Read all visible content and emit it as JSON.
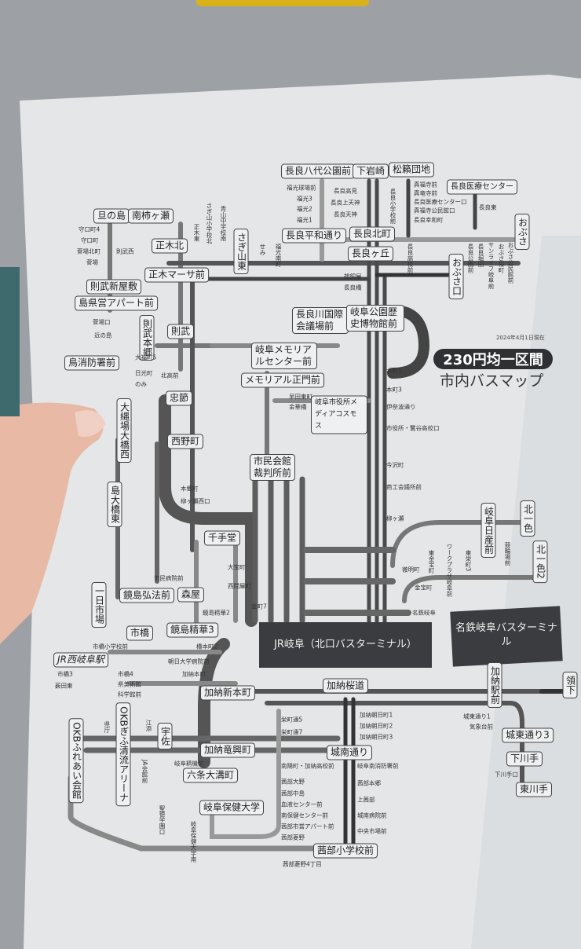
{
  "header": {
    "fare_label": "230円均一区間",
    "map_title": "市内バスマップ",
    "as_of_date": "2024年4月1日現在"
  },
  "terminals": {
    "jr_gifu": "JR岐阜（北口バスターミナル）",
    "meitetsu_gifu": "名鉄岐阜バスターミナル"
  },
  "boxed_stops": [
    "旦の島",
    "南柿ヶ瀬",
    "正木北",
    "さぎ山東",
    "長良八代公園前",
    "下岩崎",
    "松籟団地",
    "長良医療センター",
    "おぶさ",
    "長良平和通り",
    "長良北町",
    "長良ヶ丘",
    "おぶさ口",
    "正木マーサ前",
    "則武新屋敷",
    "島県営アパート前",
    "則武本郷",
    "則武",
    "長良川国際会議場前",
    "岐阜公園歴史博物館前",
    "岐阜メモリアルセンター前",
    "メモリアル正門前",
    "鳥消防署前",
    "忠節",
    "大縄場大橋西",
    "西野町",
    "岐阜市役所メディアコスモス",
    "市民会館裁判所前",
    "島大橋東",
    "千手堂",
    "岐阜日産前",
    "北一色",
    "北一色2",
    "鏡島弘法前",
    "森屋",
    "一日市場",
    "鏡島精華3",
    "市橋",
    "JR西岐阜駅",
    "加納新本町",
    "加納桜道",
    "加納駅前",
    "領下",
    "OKBふれあい会館",
    "OKBぎふ清流アリーナ",
    "宇佐",
    "加納竜興町",
    "六条大溝町",
    "城南通り",
    "城東通り3",
    "下川手",
    "東川手",
    "岐阜保健大学",
    "茜部小学校前"
  ],
  "small_stops": [
    "守口町4",
    "守口町",
    "菅場北町",
    "菅場",
    "則武西",
    "正木東",
    "さぎ山小学校北",
    "青山中学校南",
    "せみ",
    "福光南町",
    "福光1",
    "福光2",
    "福光3",
    "福光球場前",
    "長良高見",
    "長良上天神",
    "長良天神",
    "長良小学校前",
    "真福寺前",
    "真竜寺前",
    "長良医療センター口",
    "真福寺公民館口",
    "長良幸和町",
    "長良東",
    "長良公園前",
    "長良堀田",
    "サンライフ岐阜前",
    "おぶさ桜町",
    "おぶさ公民館前",
    "長良高校前",
    "鵜飼屋",
    "長良橋",
    "本町1",
    "本町3",
    "伊奈波通り",
    "市役所・鷺谷高校口",
    "今沢町",
    "商工会議所前",
    "柳ヶ瀬",
    "徹明町",
    "金宝町",
    "名鉄岐阜",
    "東金宝町",
    "ワークプラザ岐阜前",
    "東栄町3",
    "競輪場前",
    "橋本町2",
    "朝日大学病院前",
    "加納本町",
    "市橋小学校前",
    "市橋4",
    "県美術館",
    "科学館前",
    "市橋3",
    "薮田東",
    "県庁",
    "江添",
    "JA会館前",
    "岐阜精機前",
    "加納朝日町1",
    "加納朝日町2",
    "加納朝日町3",
    "岐阜南消防署前",
    "茜部本郷",
    "上茜部",
    "城南病院前",
    "中央市場前",
    "栄町通5",
    "栄町通7",
    "南陽町・加納高校前",
    "茜部大野",
    "茜部中島",
    "血液センター前",
    "南保健センター前",
    "茜部市営アパート前",
    "茜部菱野",
    "茜部菱野4丁目",
    "城東通り1",
    "気象台前",
    "下川手口",
    "聖徳学園口",
    "岐阜保健大学南",
    "早田東町",
    "金華橋",
    "本郷町",
    "柳ヶ瀬西口",
    "大宝町",
    "西問屋町",
    "金町7",
    "鏡島精華2",
    "市民病院前",
    "北高前",
    "大福町5",
    "日光町",
    "近の島",
    "菅場口"
  ],
  "notes": {
    "only_mark": "のみ"
  }
}
